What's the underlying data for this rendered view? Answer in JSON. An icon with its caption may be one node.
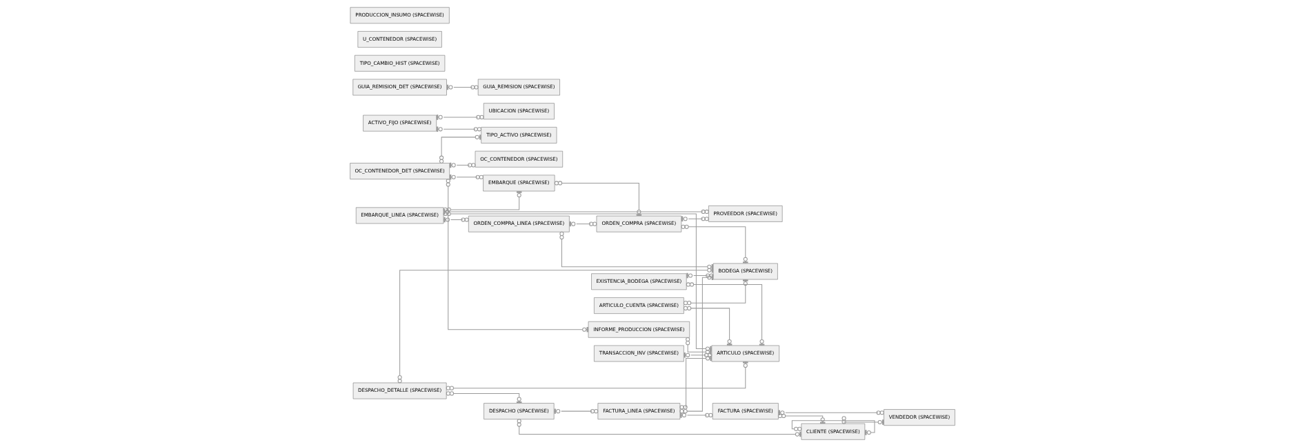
{
  "diagram": {
    "nodes": [
      {
        "text": [
          "ACTIVO_FIJO (SPACEWISE)"
        ]
      },
      {
        "text": [
          "UBICACION (SPACEWISE)"
        ]
      },
      {
        "text": [
          "OC_CONTENEDOR (SPACEWISE)"
        ]
      },
      {
        "text": [
          "GUIA_REMISION_DET (SPACEWISE)"
        ]
      },
      {
        "text": [
          "TIPO_ACTIVO (SPACEWISE)"
        ]
      },
      {
        "text": [
          "INFORME_PRODUCCION (SPACEWISE)"
        ]
      },
      {
        "text": [
          "GUIA_REMISION (SPACEWISE)"
        ]
      },
      {
        "text": [
          "ARTICULO (SPACEWISE)"
        ]
      },
      {
        "text": [
          "FACTURA_LINEA (SPACEWISE)"
        ]
      },
      {
        "text": [
          "OC_CONTENEDOR_DET (SPACEWISE)"
        ]
      },
      {
        "text": [
          "TRANSACCION_INV (SPACEWISE)"
        ]
      },
      {
        "text": [
          "CLIENTE (SPACEWISE)"
        ]
      },
      {
        "text": [
          "EMBARQUE (SPACEWISE)"
        ]
      },
      {
        "text": [
          "ARTICULO_CUENTA (SPACEWISE)"
        ]
      },
      {
        "text": [
          "BODEGA (SPACEWISE)"
        ]
      },
      {
        "text": [
          "DESPACHO (SPACEWISE)"
        ]
      },
      {
        "text": [
          "ORDEN_COMPRA (SPACEWISE)"
        ]
      },
      {
        "text": [
          "VENDEDOR (SPACEWISE)"
        ]
      },
      {
        "text": [
          "EMBARQUE_LINEA (SPACEWISE)"
        ]
      },
      {
        "text": [
          "EXISTENCIA_BODEGA (SPACEWISE)"
        ]
      },
      {
        "text": [
          "DESPACHO_DETALLE (SPACEWISE)"
        ]
      },
      {
        "text": [
          "FACTURA (SPACEWISE)"
        ]
      },
      {
        "text": [
          "PROVEEDOR (SPACEWISE)"
        ]
      },
      {
        "text": [
          "ORDEN_COMPRA_LINEA (SPACEWISE)"
        ]
      },
      {
        "text": [
          "TIPO_CAMBIO_HIST (SPACEWISE)"
        ]
      },
      {
        "text": [
          "U_CONTENEDOR (SPACEWISE)"
        ]
      },
      {
        "text": [
          "PRODUCCION_INSUMO (SPACEWISE)"
        ]
      }
    ],
    "edges": [
      {
        "from": 0,
        "to": 1,
        "arrow": "other"
      },
      {
        "from": 0,
        "to": 4,
        "arrow": "other"
      },
      {
        "from": 3,
        "to": 6,
        "arrow": "other"
      },
      {
        "from": 9,
        "to": 2,
        "arrow": "other"
      },
      {
        "from": 9,
        "to": 5,
        "arrow": "other"
      },
      {
        "from": 9,
        "to": 4,
        "arrow": "other"
      },
      {
        "from": 5,
        "to": 7,
        "arrow": "other"
      },
      {
        "from": 9,
        "to": 12,
        "arrow": "other"
      },
      {
        "from": 18,
        "to": 12,
        "arrow": "other"
      },
      {
        "from": 12,
        "to": 16,
        "arrow": "other"
      },
      {
        "from": 18,
        "to": 22,
        "arrow": "other"
      },
      {
        "from": 16,
        "to": 22,
        "arrow": "other"
      },
      {
        "from": 18,
        "to": 23,
        "arrow": "other"
      },
      {
        "from": 23,
        "to": 16,
        "arrow": "other"
      },
      {
        "from": 18,
        "to": 7,
        "arrow": "other"
      },
      {
        "from": 23,
        "to": 14,
        "arrow": "other"
      },
      {
        "from": 13,
        "to": 7,
        "arrow": "other"
      },
      {
        "from": 13,
        "to": 14,
        "arrow": "other"
      },
      {
        "from": 10,
        "to": 7,
        "arrow": "other"
      },
      {
        "from": 16,
        "to": 14,
        "arrow": "other"
      },
      {
        "from": 19,
        "to": 14,
        "arrow": "other"
      },
      {
        "from": 19,
        "to": 7,
        "arrow": "other"
      },
      {
        "from": 8,
        "to": 14,
        "arrow": "other"
      },
      {
        "from": 8,
        "to": 7,
        "arrow": "other"
      },
      {
        "from": 20,
        "to": 7,
        "arrow": "other"
      },
      {
        "from": 20,
        "to": 14,
        "arrow": "other"
      },
      {
        "from": 20,
        "to": 15,
        "arrow": "other"
      },
      {
        "from": 15,
        "to": 11,
        "arrow": "other"
      },
      {
        "from": 15,
        "to": 8,
        "arrow": "other"
      },
      {
        "from": 8,
        "to": 21,
        "arrow": "other"
      },
      {
        "from": 11,
        "to": 11,
        "arrow": "other"
      },
      {
        "from": 21,
        "to": 11,
        "arrow": "other"
      },
      {
        "from": 11,
        "to": 17,
        "arrow": "other"
      },
      {
        "from": 21,
        "to": 17,
        "arrow": "other"
      }
    ]
  }
}
